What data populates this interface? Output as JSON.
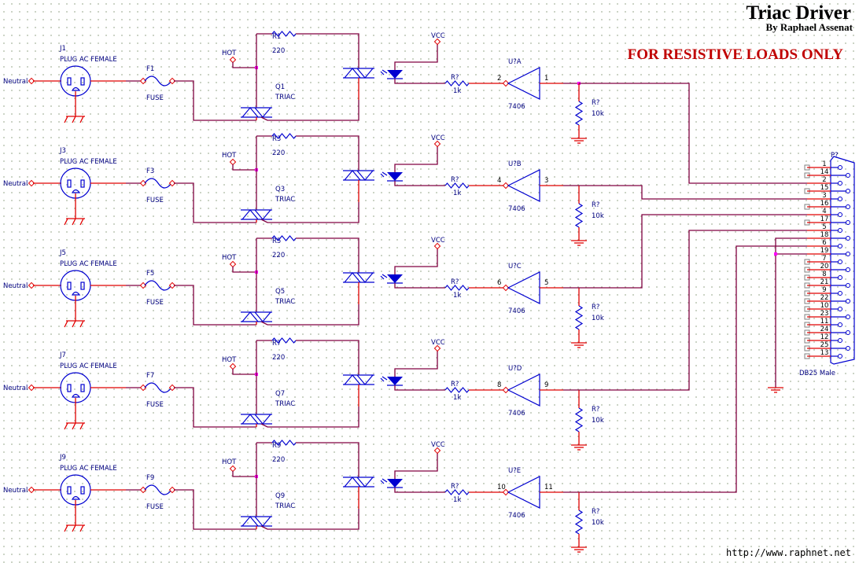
{
  "header": {
    "title": "Triac Driver",
    "author": "By Raphael Assenat",
    "warning": "FOR RESISTIVE LOADS ONLY",
    "url": "http://www.raphnet.net"
  },
  "colors": {
    "wire": "#800040",
    "pin": "#e00000",
    "part": "#0000d0",
    "label": "#000080",
    "warning": "#c00000",
    "junction": "#ff00ff"
  },
  "channels": [
    {
      "jack": "J1",
      "jack_type": "PLUG AC FEMALE",
      "neutral": "Neutral",
      "fuse": "F1",
      "fuse_type": "FUSE",
      "hot": "HOT",
      "gate_res": "R1",
      "gate_res_val": "220",
      "triac": "Q1",
      "triac_type": "TRIAC",
      "vcc": "VCC",
      "led_res": "R?",
      "led_res_val": "1k",
      "gate": "U?A",
      "gate_type": "7406",
      "in_pin": "2",
      "out_pin": "1",
      "pull_res": "R?",
      "pull_res_val": "10k"
    },
    {
      "jack": "J3",
      "jack_type": "PLUG AC FEMALE",
      "neutral": "Neutral",
      "fuse": "F3",
      "fuse_type": "FUSE",
      "hot": "HOT",
      "gate_res": "R3",
      "gate_res_val": "220",
      "triac": "Q3",
      "triac_type": "TRIAC",
      "vcc": "VCC",
      "led_res": "R?",
      "led_res_val": "1k",
      "gate": "U?B",
      "gate_type": "7406",
      "in_pin": "4",
      "out_pin": "3",
      "pull_res": "R?",
      "pull_res_val": "10k"
    },
    {
      "jack": "J5",
      "jack_type": "PLUG AC FEMALE",
      "neutral": "Neutral",
      "fuse": "F5",
      "fuse_type": "FUSE",
      "hot": "HOT",
      "gate_res": "R5",
      "gate_res_val": "220",
      "triac": "Q5",
      "triac_type": "TRIAC",
      "vcc": "VCC",
      "led_res": "R?",
      "led_res_val": "1k",
      "gate": "U?C",
      "gate_type": "7406",
      "in_pin": "6",
      "out_pin": "5",
      "pull_res": "R?",
      "pull_res_val": "10k"
    },
    {
      "jack": "J7",
      "jack_type": "PLUG AC FEMALE",
      "neutral": "Neutral",
      "fuse": "F7",
      "fuse_type": "FUSE",
      "hot": "HOT",
      "gate_res": "R7",
      "gate_res_val": "220",
      "triac": "Q7",
      "triac_type": "TRIAC",
      "vcc": "VCC",
      "led_res": "R?",
      "led_res_val": "1k",
      "gate": "U?D",
      "gate_type": "7406",
      "in_pin": "8",
      "out_pin": "9",
      "pull_res": "R?",
      "pull_res_val": "10k"
    },
    {
      "jack": "J9",
      "jack_type": "PLUG AC FEMALE",
      "neutral": "Neutral",
      "fuse": "F9",
      "fuse_type": "FUSE",
      "hot": "HOT",
      "gate_res": "R9",
      "gate_res_val": "220",
      "triac": "Q9",
      "triac_type": "TRIAC",
      "vcc": "VCC",
      "led_res": "R?",
      "led_res_val": "1k",
      "gate": "U?E",
      "gate_type": "7406",
      "in_pin": "10",
      "out_pin": "11",
      "pull_res": "R?",
      "pull_res_val": "10k"
    }
  ],
  "connector": {
    "ref": "P?",
    "type": "DB25 Male",
    "pins": [
      "1",
      "14",
      "2",
      "15",
      "3",
      "16",
      "4",
      "17",
      "5",
      "18",
      "6",
      "19",
      "7",
      "20",
      "8",
      "21",
      "9",
      "22",
      "10",
      "23",
      "11",
      "24",
      "12",
      "25",
      "13"
    ],
    "connected_pins": {
      "2": "ch0",
      "3": "ch1",
      "4": "ch2",
      "5": "ch3",
      "6": "ch4",
      "18": "gnd",
      "19": "gnd"
    }
  }
}
